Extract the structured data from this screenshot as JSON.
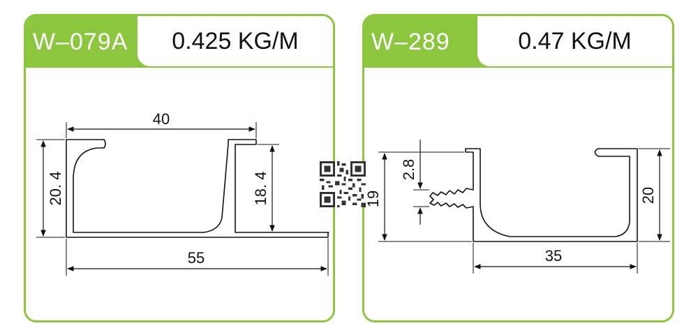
{
  "colors": {
    "accent": "#8cc63f",
    "line": "#111111"
  },
  "profiles": [
    {
      "code": "W–079A",
      "weight": "0.425 KG/M",
      "dimensions": {
        "top_width": "40",
        "left_height": "20. 4",
        "right_height": "18. 4",
        "overall_width": "55"
      }
    },
    {
      "code": "W–289",
      "weight": "0.47 KG/M",
      "dimensions": {
        "groove": "2.8",
        "left_height": "19",
        "right_height": "20",
        "bottom_width": "35"
      }
    }
  ],
  "qr_code_icon": "qr-code-icon"
}
